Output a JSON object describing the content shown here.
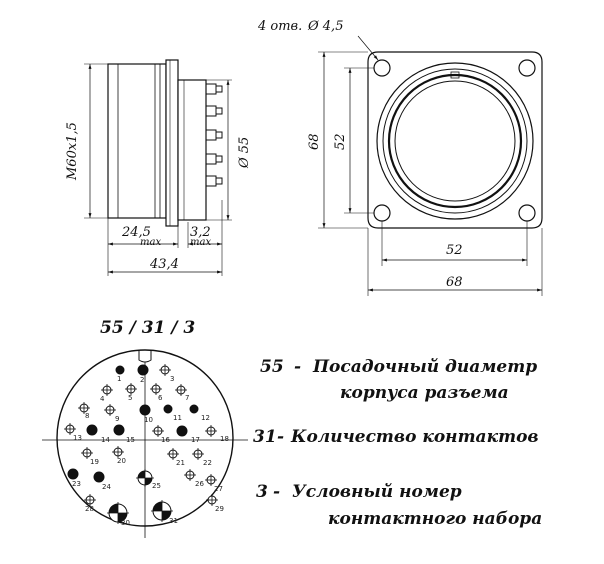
{
  "side_view": {
    "thread": "М60х1,5",
    "diameter": "Ø 55",
    "dim_body": "24,5",
    "dim_body_sub": "max",
    "dim_tail": "3,2",
    "dim_tail_sub": "max",
    "dim_total": "43,4"
  },
  "front_view": {
    "holes_note": "4 отв.",
    "holes_diameter": "Ø 4,5",
    "outer_v": "68",
    "inner_v": "52",
    "inner_h": "52",
    "outer_h": "68"
  },
  "code": "55 / 31 / 3",
  "contacts": [
    "1",
    "2",
    "3",
    "4",
    "5",
    "6",
    "7",
    "8",
    "9",
    "10",
    "11",
    "12",
    "13",
    "14",
    "15",
    "16",
    "17",
    "18",
    "19",
    "20",
    "21",
    "22",
    "23",
    "24",
    "25",
    "26",
    "27",
    "28",
    "29",
    "30",
    "31"
  ],
  "legend": {
    "l1_num": "55",
    "l1_sep": "-",
    "l1_a": "Посадочный диаметр",
    "l1_b": "корпуса разъема",
    "l2_num": "31",
    "l2_sep": "-",
    "l2_text": "Количество контактов",
    "l3_num": "3",
    "l3_sep": "-",
    "l3_a": "Условный номер",
    "l3_b": "контактного набора"
  }
}
